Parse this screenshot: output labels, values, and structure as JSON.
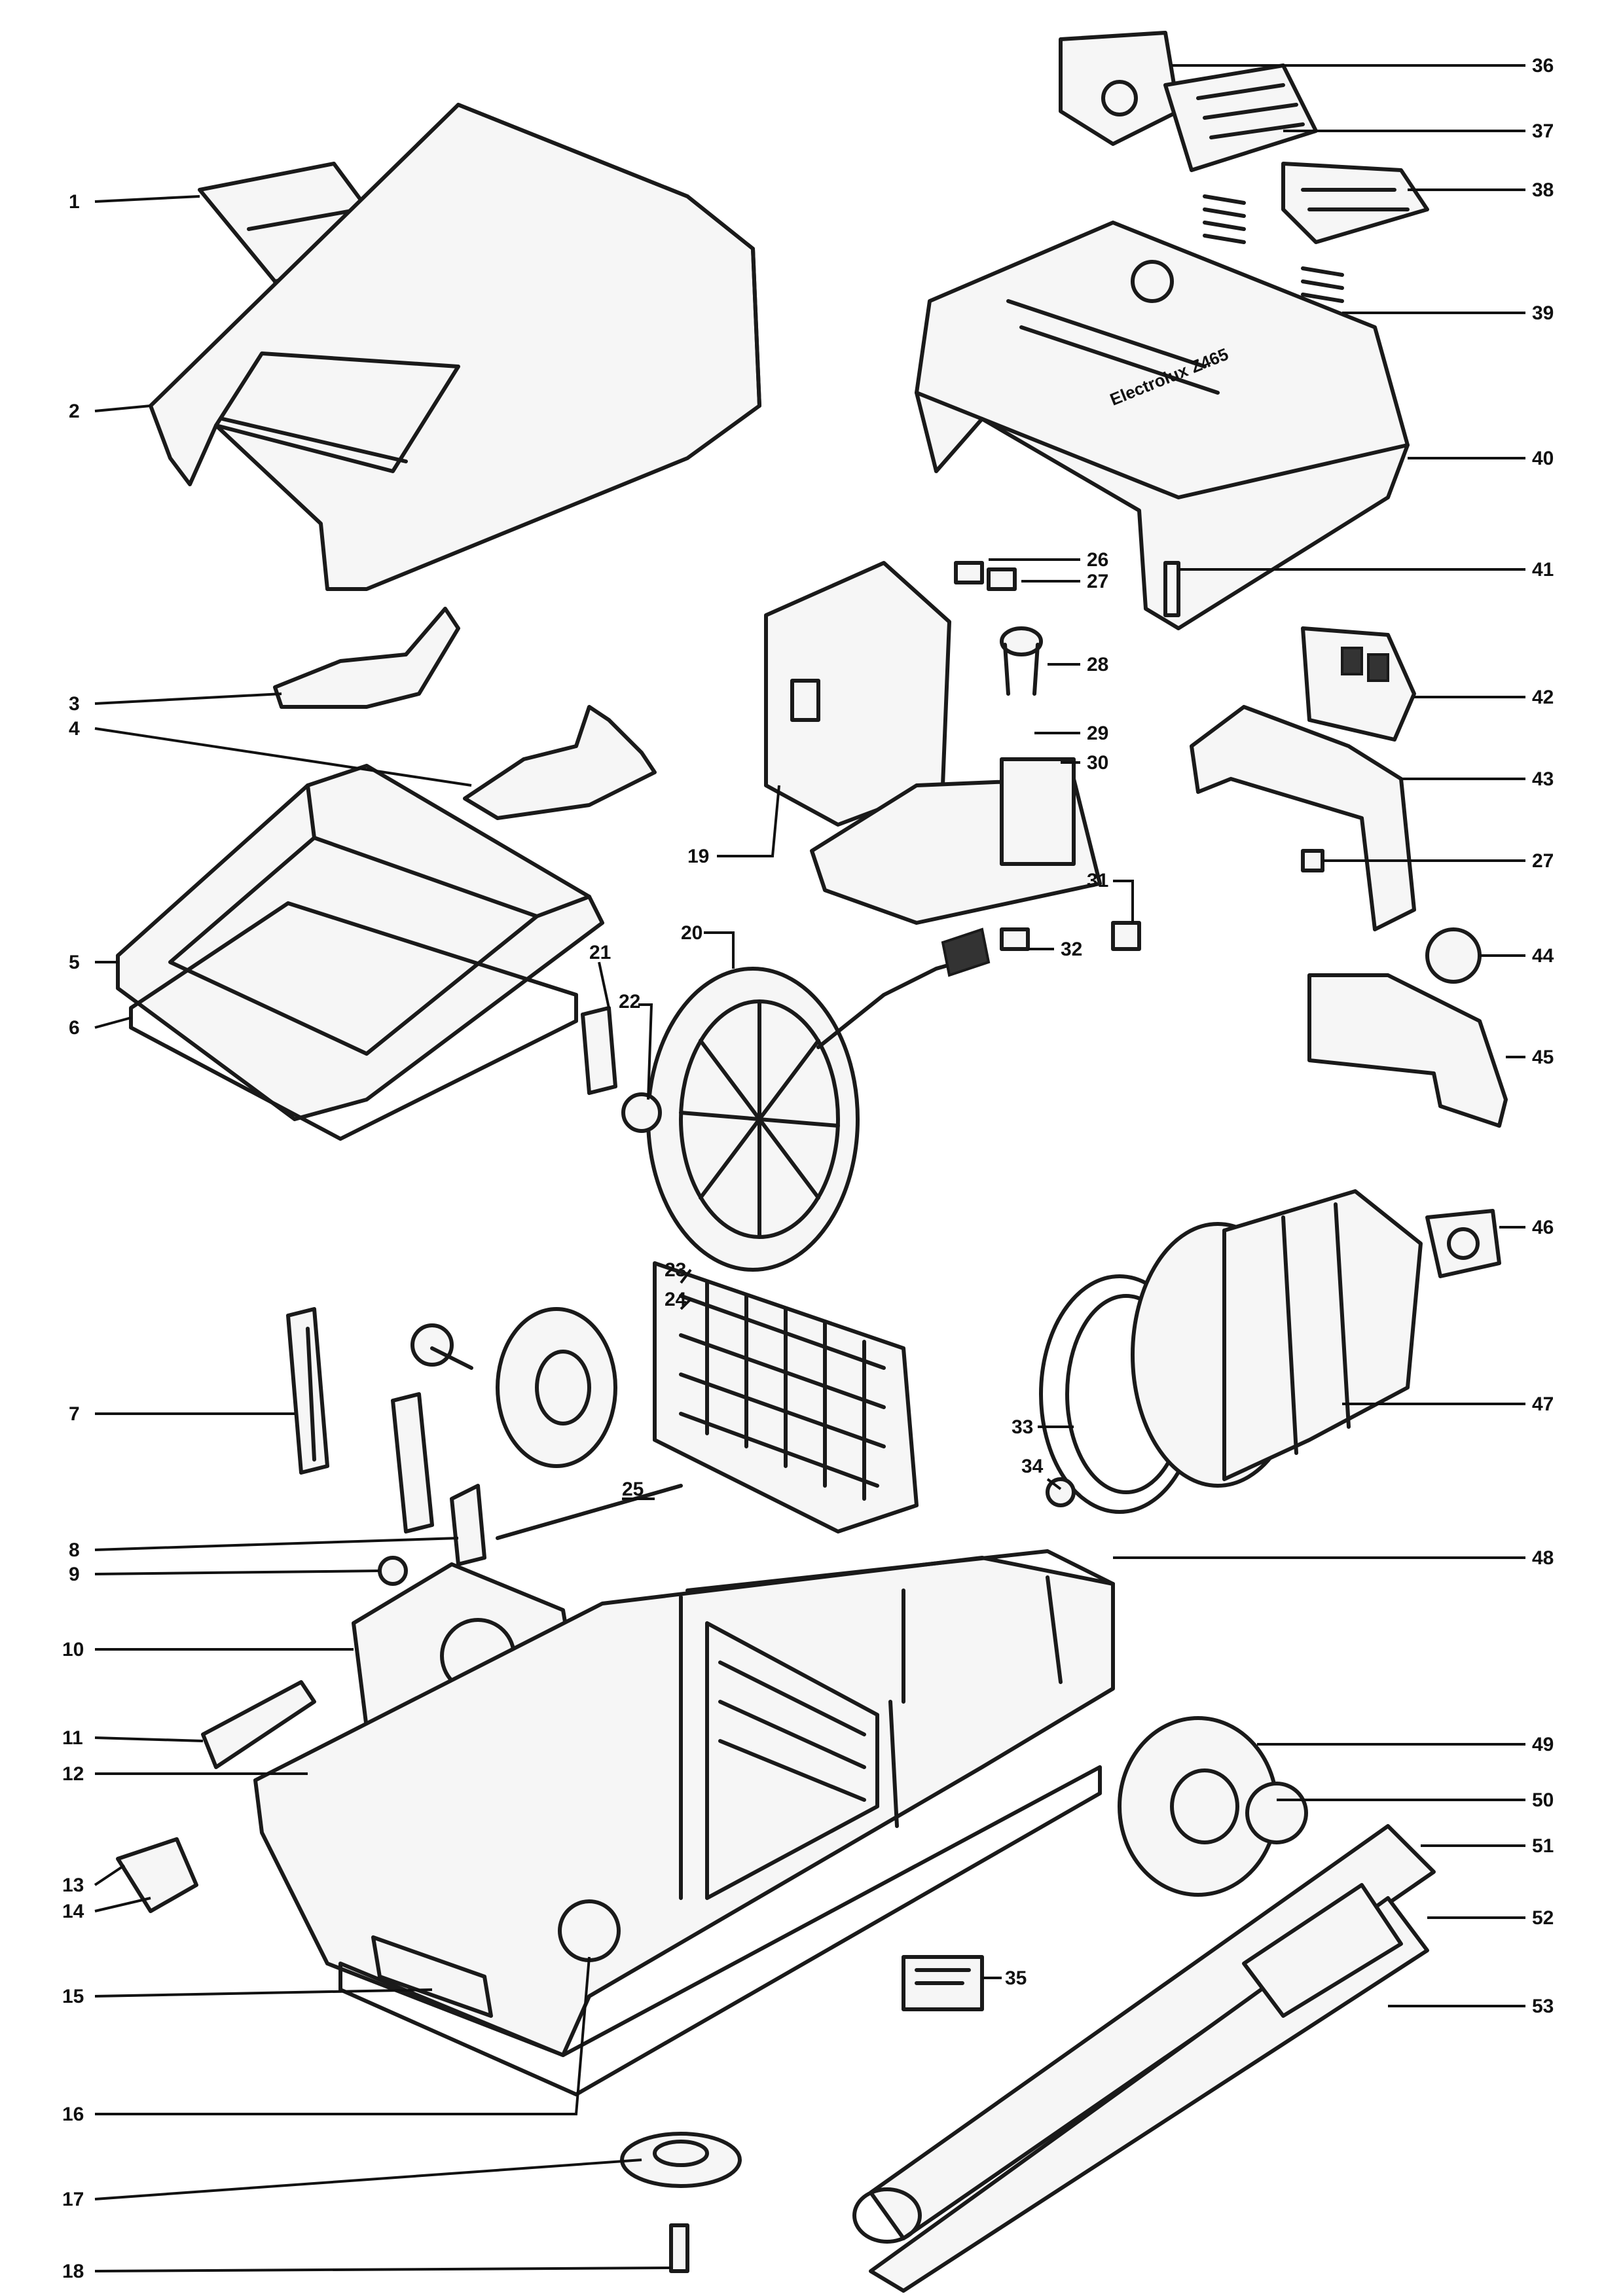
{
  "diagram": {
    "product_label": "Electrolux Z465",
    "left_callouts": [
      "1",
      "2",
      "3",
      "4",
      "5",
      "6",
      "7",
      "8",
      "9",
      "10",
      "11",
      "12",
      "13",
      "14",
      "15",
      "16",
      "17",
      "18"
    ],
    "center_callouts": [
      "19",
      "20",
      "21",
      "22",
      "23",
      "24",
      "25",
      "26",
      "27",
      "28",
      "29",
      "30",
      "31",
      "32",
      "33",
      "34",
      "35"
    ],
    "right_callouts": [
      "36",
      "37",
      "38",
      "39",
      "40",
      "41",
      "42",
      "43",
      "27",
      "44",
      "45",
      "46",
      "47",
      "48",
      "49",
      "50",
      "51",
      "52",
      "53"
    ]
  }
}
